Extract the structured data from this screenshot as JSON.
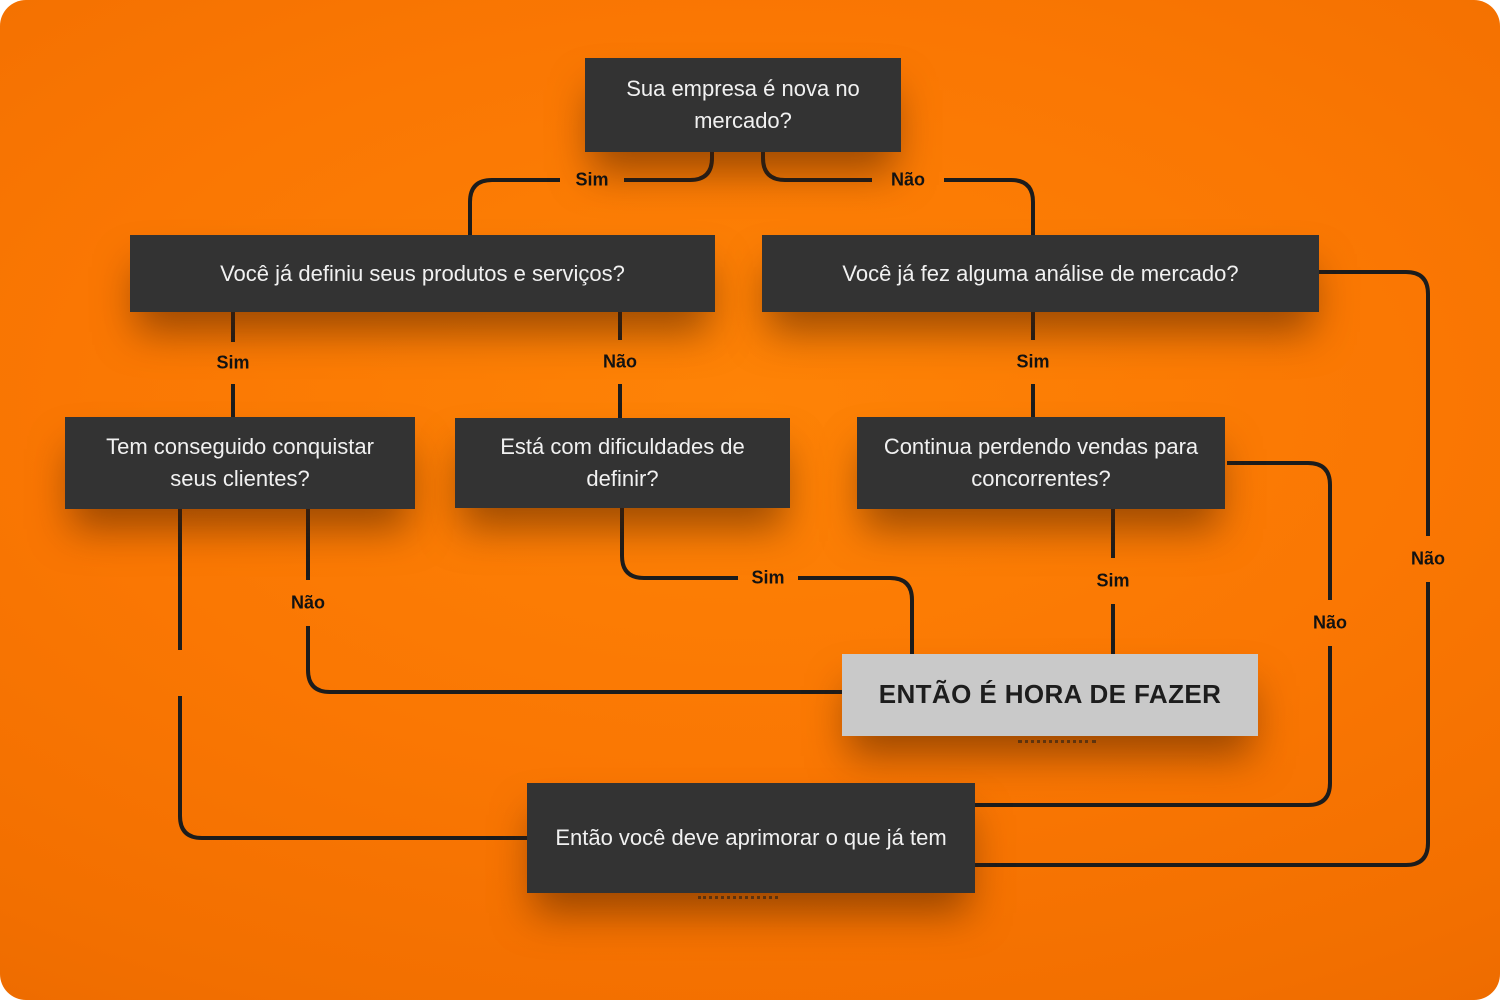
{
  "canvas": {
    "background_inner": "#fe8306",
    "background_outer": "#e36400",
    "node_dark_bg": "#333333",
    "node_dark_text": "#f1f1f1",
    "node_light_bg": "#c9c9c9",
    "node_light_text": "#1d1d1d",
    "line_color": "#1c1c1c",
    "label_color": "#121212"
  },
  "flowchart": {
    "nodes": {
      "q1": {
        "text": "Sua empresa é nova no mercado?"
      },
      "q2a": {
        "text": "Você já definiu seus produtos e serviços?"
      },
      "q2b": {
        "text": "Você já fez alguma análise de mercado?"
      },
      "q3a": {
        "text": "Tem conseguido conquistar seus clientes?"
      },
      "q3b": {
        "text": "Está com dificuldades de definir?"
      },
      "q3c": {
        "text": "Continua perdendo vendas para concorrentes?"
      },
      "result_do": {
        "text": "ENTÃO É HORA DE FAZER"
      },
      "result_improve": {
        "text": "Então você deve aprimorar o que já tem"
      }
    },
    "labels": {
      "l0": {
        "text": "Sim"
      },
      "l1": {
        "text": "Não"
      },
      "l2": {
        "text": "Sim"
      },
      "l3": {
        "text": "Não"
      },
      "l4": {
        "text": "Sim"
      },
      "l5": {
        "text": "Sim"
      },
      "l6": {
        "text": "Sim"
      },
      "l7": {
        "text": "Não"
      },
      "l8": {
        "text": "Não"
      },
      "l9": {
        "text": "Não"
      }
    }
  }
}
